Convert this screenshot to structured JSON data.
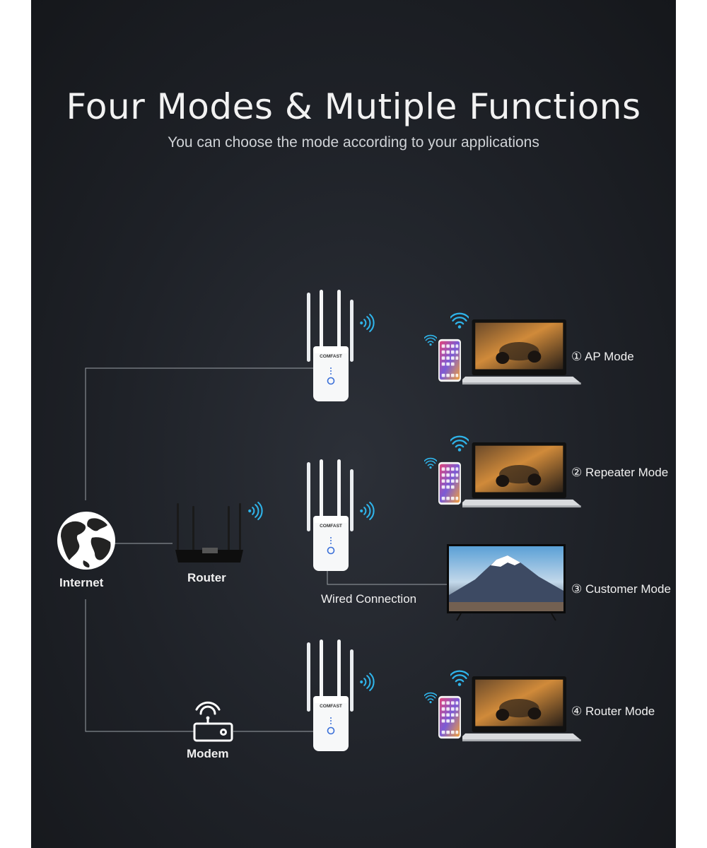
{
  "header": {
    "title": "Four Modes & Mutiple Functions",
    "subtitle": "You can choose the mode according to your applications"
  },
  "devices": {
    "internet_label": "Internet",
    "router_label": "Router",
    "modem_label": "Modem",
    "extender_brand": "COMFAST",
    "wired_label": "Wired Connection"
  },
  "modes": [
    {
      "label": "① AP Mode"
    },
    {
      "label": "② Repeater Mode"
    },
    {
      "label": "③ Customer Mode"
    },
    {
      "label": "④ Router Mode"
    }
  ],
  "colors": {
    "background": "#1e2127",
    "wifi_signal": "#2fb4ea",
    "line": "#9aa0a6",
    "text": "#f0f0f0"
  },
  "icons": [
    "globe-icon",
    "router-icon",
    "modem-icon",
    "wifi-signal-icon",
    "laptop-icon",
    "phone-icon",
    "tv-icon",
    "extender-icon"
  ]
}
